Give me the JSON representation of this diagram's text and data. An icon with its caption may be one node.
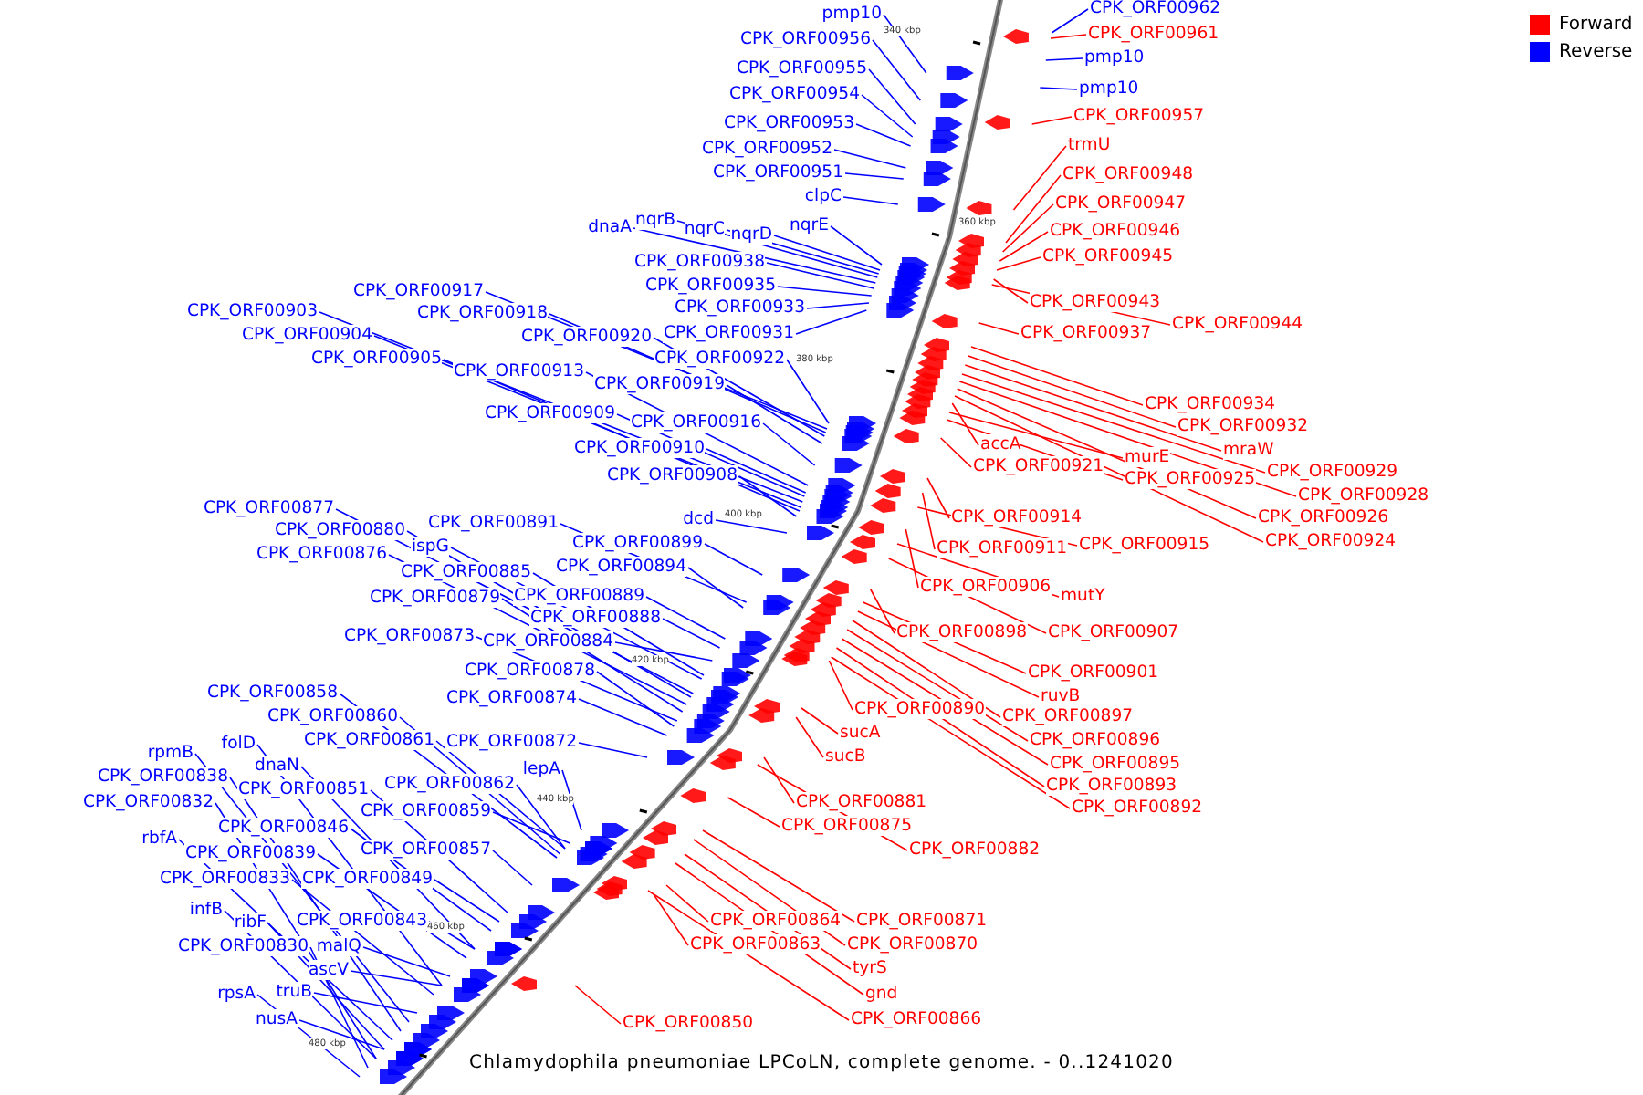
{
  "diagram": {
    "caption": "Chlamydophila pneumoniae LPCoLN, complete genome. - 0..1241020",
    "nodes": [
      {
        "text": [
          "pmp10"
        ]
      },
      {
        "text": [
          "CPK_ORF00956"
        ]
      },
      {
        "text": [
          "CPK_ORF00955"
        ]
      },
      {
        "text": [
          "CPK_ORF00954"
        ]
      },
      {
        "text": [
          "CPK_ORF00953"
        ]
      },
      {
        "text": [
          "CPK_ORF00952"
        ]
      },
      {
        "text": [
          "CPK_ORF00951"
        ]
      },
      {
        "text": [
          "clpC"
        ]
      },
      {
        "text": [
          "dnaA"
        ]
      },
      {
        "text": [
          "nqrB"
        ]
      },
      {
        "text": [
          "nqrC"
        ]
      },
      {
        "text": [
          "nqrD"
        ]
      },
      {
        "text": [
          "nqrE"
        ]
      },
      {
        "text": [
          "CPK_ORF00938"
        ]
      },
      {
        "text": [
          "CPK_ORF00935"
        ]
      },
      {
        "text": [
          "CPK_ORF00933"
        ]
      },
      {
        "text": [
          "CPK_ORF00931"
        ]
      },
      {
        "text": [
          "CPK_ORF00917"
        ]
      },
      {
        "text": [
          "CPK_ORF00918"
        ]
      },
      {
        "text": [
          "CPK_ORF00920"
        ]
      },
      {
        "text": [
          "CPK_ORF00922"
        ]
      },
      {
        "text": [
          "CPK_ORF00903"
        ]
      },
      {
        "text": [
          "CPK_ORF00904"
        ]
      },
      {
        "text": [
          "CPK_ORF00905"
        ]
      },
      {
        "text": [
          "CPK_ORF00913"
        ]
      },
      {
        "text": [
          "CPK_ORF00919"
        ]
      },
      {
        "text": [
          "CPK_ORF00909"
        ]
      },
      {
        "text": [
          "CPK_ORF00916"
        ]
      },
      {
        "text": [
          "CPK_ORF00910"
        ]
      },
      {
        "text": [
          "CPK_ORF00908"
        ]
      },
      {
        "text": [
          "dcd"
        ]
      },
      {
        "text": [
          "CPK_ORF00877"
        ]
      },
      {
        "text": [
          "CPK_ORF00880"
        ]
      },
      {
        "text": [
          "CPK_ORF00876"
        ]
      },
      {
        "text": [
          "ispG"
        ]
      },
      {
        "text": [
          "CPK_ORF00891"
        ]
      },
      {
        "text": [
          "CPK_ORF00899"
        ]
      },
      {
        "text": [
          "CPK_ORF00894"
        ]
      },
      {
        "text": [
          "CPK_ORF00885"
        ]
      },
      {
        "text": [
          "CPK_ORF00879"
        ]
      },
      {
        "text": [
          "CPK_ORF00889"
        ]
      },
      {
        "text": [
          "CPK_ORF00888"
        ]
      },
      {
        "text": [
          "CPK_ORF00873"
        ]
      },
      {
        "text": [
          "CPK_ORF00884"
        ]
      },
      {
        "text": [
          "CPK_ORF00878"
        ]
      },
      {
        "text": [
          "CPK_ORF00874"
        ]
      },
      {
        "text": [
          "CPK_ORF00858"
        ]
      },
      {
        "text": [
          "CPK_ORF00860"
        ]
      },
      {
        "text": [
          "CPK_ORF00861"
        ]
      },
      {
        "text": [
          "CPK_ORF00872"
        ]
      },
      {
        "text": [
          "folD"
        ]
      },
      {
        "text": [
          "rpmB"
        ]
      },
      {
        "text": [
          "dnaN"
        ]
      },
      {
        "text": [
          "lepA"
        ]
      },
      {
        "text": [
          "CPK_ORF00838"
        ]
      },
      {
        "text": [
          "CPK_ORF00851"
        ]
      },
      {
        "text": [
          "CPK_ORF00862"
        ]
      },
      {
        "text": [
          "CPK_ORF00832"
        ]
      },
      {
        "text": [
          "CPK_ORF00859"
        ]
      },
      {
        "text": [
          "CPK_ORF00846"
        ]
      },
      {
        "text": [
          "rbfA"
        ]
      },
      {
        "text": [
          "CPK_ORF00857"
        ]
      },
      {
        "text": [
          "CPK_ORF00839"
        ]
      },
      {
        "text": [
          "CPK_ORF00833"
        ]
      },
      {
        "text": [
          "CPK_ORF00849"
        ]
      },
      {
        "text": [
          "infB"
        ]
      },
      {
        "text": [
          "ribF"
        ]
      },
      {
        "text": [
          "CPK_ORF00843"
        ]
      },
      {
        "text": [
          "CPK_ORF00830"
        ]
      },
      {
        "text": [
          "malQ"
        ]
      },
      {
        "text": [
          "ascV"
        ]
      },
      {
        "text": [
          "truB"
        ]
      },
      {
        "text": [
          "rpsA"
        ]
      },
      {
        "text": [
          "nusA"
        ]
      },
      {
        "text": [
          "CPK_ORF00962"
        ]
      },
      {
        "text": [
          "CPK_ORF00961"
        ]
      },
      {
        "text": [
          "pmp10"
        ]
      },
      {
        "text": [
          "pmp10"
        ]
      },
      {
        "text": [
          "CPK_ORF00957"
        ]
      },
      {
        "text": [
          "trmU"
        ]
      },
      {
        "text": [
          "CPK_ORF00948"
        ]
      },
      {
        "text": [
          "CPK_ORF00947"
        ]
      },
      {
        "text": [
          "CPK_ORF00946"
        ]
      },
      {
        "text": [
          "CPK_ORF00945"
        ]
      },
      {
        "text": [
          "CPK_ORF00943"
        ]
      },
      {
        "text": [
          "CPK_ORF00944"
        ]
      },
      {
        "text": [
          "CPK_ORF00937"
        ]
      },
      {
        "text": [
          "CPK_ORF00934"
        ]
      },
      {
        "text": [
          "CPK_ORF00932"
        ]
      },
      {
        "text": [
          "mraW"
        ]
      },
      {
        "text": [
          "CPK_ORF00929"
        ]
      },
      {
        "text": [
          "CPK_ORF00928"
        ]
      },
      {
        "text": [
          "CPK_ORF00926"
        ]
      },
      {
        "text": [
          "CPK_ORF00924"
        ]
      },
      {
        "text": [
          "accA"
        ]
      },
      {
        "text": [
          "CPK_ORF00921"
        ]
      },
      {
        "text": [
          "murE"
        ]
      },
      {
        "text": [
          "CPK_ORF00925"
        ]
      },
      {
        "text": [
          "CPK_ORF00914"
        ]
      },
      {
        "text": [
          "CPK_ORF00911"
        ]
      },
      {
        "text": [
          "CPK_ORF00915"
        ]
      },
      {
        "text": [
          "CPK_ORF00906"
        ]
      },
      {
        "text": [
          "mutY"
        ]
      },
      {
        "text": [
          "CPK_ORF00898"
        ]
      },
      {
        "text": [
          "CPK_ORF00907"
        ]
      },
      {
        "text": [
          "CPK_ORF00901"
        ]
      },
      {
        "text": [
          "ruvB"
        ]
      },
      {
        "text": [
          "CPK_ORF00897"
        ]
      },
      {
        "text": [
          "CPK_ORF00890"
        ]
      },
      {
        "text": [
          "CPK_ORF00896"
        ]
      },
      {
        "text": [
          "CPK_ORF00895"
        ]
      },
      {
        "text": [
          "CPK_ORF00893"
        ]
      },
      {
        "text": [
          "CPK_ORF00892"
        ]
      },
      {
        "text": [
          "sucA"
        ]
      },
      {
        "text": [
          "sucB"
        ]
      },
      {
        "text": [
          "CPK_ORF00881"
        ]
      },
      {
        "text": [
          "CPK_ORF00875"
        ]
      },
      {
        "text": [
          "CPK_ORF00882"
        ]
      },
      {
        "text": [
          "CPK_ORF00864"
        ]
      },
      {
        "text": [
          "CPK_ORF00871"
        ]
      },
      {
        "text": [
          "CPK_ORF00870"
        ]
      },
      {
        "text": [
          "CPK_ORF00863"
        ]
      },
      {
        "text": [
          "tyrS"
        ]
      },
      {
        "text": [
          "gnd"
        ]
      },
      {
        "text": [
          "CPK_ORF00866"
        ]
      },
      {
        "text": [
          "CPK_ORF00850"
        ]
      }
    ],
    "edges": [
      {
        "from": 0,
        "to": null,
        "arrow": "none"
      },
      {
        "from": 1,
        "to": null,
        "arrow": "none"
      },
      {
        "from": 2,
        "to": null,
        "arrow": "none"
      },
      {
        "from": 3,
        "to": null,
        "arrow": "none"
      },
      {
        "from": 4,
        "to": null,
        "arrow": "none"
      },
      {
        "from": 5,
        "to": null,
        "arrow": "none"
      },
      {
        "from": 6,
        "to": null,
        "arrow": "none"
      },
      {
        "from": 7,
        "to": null,
        "arrow": "none"
      },
      {
        "from": 8,
        "to": null,
        "arrow": "none"
      },
      {
        "from": 9,
        "to": null,
        "arrow": "none"
      },
      {
        "from": 10,
        "to": null,
        "arrow": "none"
      },
      {
        "from": 11,
        "to": null,
        "arrow": "none"
      },
      {
        "from": 12,
        "to": null,
        "arrow": "none"
      },
      {
        "from": 13,
        "to": null,
        "arrow": "none"
      },
      {
        "from": 14,
        "to": null,
        "arrow": "none"
      },
      {
        "from": 15,
        "to": null,
        "arrow": "none"
      },
      {
        "from": 16,
        "to": null,
        "arrow": "none"
      },
      {
        "from": 17,
        "to": null,
        "arrow": "none"
      },
      {
        "from": 18,
        "to": null,
        "arrow": "none"
      },
      {
        "from": 19,
        "to": null,
        "arrow": "none"
      },
      {
        "from": 20,
        "to": null,
        "arrow": "none"
      },
      {
        "from": 21,
        "to": null,
        "arrow": "none"
      },
      {
        "from": 22,
        "to": null,
        "arrow": "none"
      },
      {
        "from": 23,
        "to": null,
        "arrow": "none"
      },
      {
        "from": 24,
        "to": null,
        "arrow": "none"
      },
      {
        "from": 25,
        "to": null,
        "arrow": "none"
      },
      {
        "from": 26,
        "to": null,
        "arrow": "none"
      },
      {
        "from": 27,
        "to": null,
        "arrow": "none"
      },
      {
        "from": 28,
        "to": null,
        "arrow": "none"
      },
      {
        "from": 29,
        "to": null,
        "arrow": "none"
      },
      {
        "from": 30,
        "to": null,
        "arrow": "none"
      },
      {
        "from": 31,
        "to": null,
        "arrow": "none"
      },
      {
        "from": 32,
        "to": null,
        "arrow": "none"
      },
      {
        "from": 33,
        "to": null,
        "arrow": "none"
      },
      {
        "from": 34,
        "to": null,
        "arrow": "none"
      },
      {
        "from": 35,
        "to": null,
        "arrow": "none"
      },
      {
        "from": 36,
        "to": null,
        "arrow": "none"
      },
      {
        "from": 37,
        "to": null,
        "arrow": "none"
      },
      {
        "from": 38,
        "to": null,
        "arrow": "none"
      },
      {
        "from": 39,
        "to": null,
        "arrow": "none"
      },
      {
        "from": 40,
        "to": null,
        "arrow": "none"
      },
      {
        "from": 41,
        "to": null,
        "arrow": "none"
      },
      {
        "from": 42,
        "to": null,
        "arrow": "none"
      },
      {
        "from": 43,
        "to": null,
        "arrow": "none"
      },
      {
        "from": 44,
        "to": null,
        "arrow": "none"
      },
      {
        "from": 45,
        "to": null,
        "arrow": "none"
      },
      {
        "from": 46,
        "to": null,
        "arrow": "none"
      },
      {
        "from": 47,
        "to": null,
        "arrow": "none"
      },
      {
        "from": 48,
        "to": null,
        "arrow": "none"
      },
      {
        "from": 49,
        "to": null,
        "arrow": "none"
      },
      {
        "from": 50,
        "to": null,
        "arrow": "none"
      },
      {
        "from": 51,
        "to": null,
        "arrow": "none"
      },
      {
        "from": 52,
        "to": null,
        "arrow": "none"
      },
      {
        "from": 53,
        "to": null,
        "arrow": "none"
      },
      {
        "from": 54,
        "to": null,
        "arrow": "none"
      },
      {
        "from": 55,
        "to": null,
        "arrow": "none"
      },
      {
        "from": 56,
        "to": null,
        "arrow": "none"
      },
      {
        "from": 57,
        "to": null,
        "arrow": "none"
      },
      {
        "from": 58,
        "to": null,
        "arrow": "none"
      },
      {
        "from": 59,
        "to": null,
        "arrow": "none"
      },
      {
        "from": 60,
        "to": null,
        "arrow": "none"
      },
      {
        "from": 61,
        "to": null,
        "arrow": "none"
      },
      {
        "from": 62,
        "to": null,
        "arrow": "none"
      },
      {
        "from": 63,
        "to": null,
        "arrow": "none"
      },
      {
        "from": 64,
        "to": null,
        "arrow": "none"
      },
      {
        "from": 65,
        "to": null,
        "arrow": "none"
      },
      {
        "from": 66,
        "to": null,
        "arrow": "none"
      },
      {
        "from": 67,
        "to": null,
        "arrow": "none"
      },
      {
        "from": 68,
        "to": null,
        "arrow": "none"
      },
      {
        "from": 69,
        "to": null,
        "arrow": "none"
      },
      {
        "from": 70,
        "to": null,
        "arrow": "none"
      },
      {
        "from": 71,
        "to": null,
        "arrow": "none"
      },
      {
        "from": 72,
        "to": null,
        "arrow": "none"
      },
      {
        "from": 73,
        "to": null,
        "arrow": "none"
      },
      {
        "from": 74,
        "to": null,
        "arrow": "none"
      },
      {
        "from": 75,
        "to": null,
        "arrow": "none",
        "color": "#ff0000"
      },
      {
        "from": 76,
        "to": null,
        "arrow": "none"
      },
      {
        "from": 77,
        "to": null,
        "arrow": "none"
      },
      {
        "from": 78,
        "to": null,
        "arrow": "none",
        "color": "#ff0000"
      },
      {
        "from": 79,
        "to": null,
        "arrow": "none",
        "color": "#ff0000"
      },
      {
        "from": 80,
        "to": null,
        "arrow": "none",
        "color": "#ff0000"
      },
      {
        "from": 81,
        "to": null,
        "arrow": "none",
        "color": "#ff0000"
      },
      {
        "from": 82,
        "to": null,
        "arrow": "none",
        "color": "#ff0000"
      },
      {
        "from": 83,
        "to": null,
        "arrow": "none",
        "color": "#ff0000"
      },
      {
        "from": 84,
        "to": null,
        "arrow": "none",
        "color": "#ff0000"
      },
      {
        "from": 85,
        "to": null,
        "arrow": "none",
        "color": "#ff0000"
      },
      {
        "from": 86,
        "to": null,
        "arrow": "none",
        "color": "#ff0000"
      },
      {
        "from": 87,
        "to": null,
        "arrow": "none",
        "color": "#ff0000"
      },
      {
        "from": 88,
        "to": null,
        "arrow": "none",
        "color": "#ff0000"
      },
      {
        "from": 89,
        "to": null,
        "arrow": "none",
        "color": "#ff0000"
      },
      {
        "from": 90,
        "to": null,
        "arrow": "none",
        "color": "#ff0000"
      },
      {
        "from": 91,
        "to": null,
        "arrow": "none",
        "color": "#ff0000"
      },
      {
        "from": 92,
        "to": null,
        "arrow": "none",
        "color": "#ff0000"
      },
      {
        "from": 93,
        "to": null,
        "arrow": "none",
        "color": "#ff0000"
      },
      {
        "from": 94,
        "to": null,
        "arrow": "none",
        "color": "#ff0000"
      },
      {
        "from": 95,
        "to": null,
        "arrow": "none",
        "color": "#ff0000"
      },
      {
        "from": 96,
        "to": null,
        "arrow": "none",
        "color": "#ff0000"
      },
      {
        "from": 97,
        "to": null,
        "arrow": "none",
        "color": "#ff0000"
      },
      {
        "from": 98,
        "to": null,
        "arrow": "none",
        "color": "#ff0000"
      },
      {
        "from": 99,
        "to": null,
        "arrow": "none",
        "color": "#ff0000"
      },
      {
        "from": 100,
        "to": null,
        "arrow": "none",
        "color": "#ff0000"
      },
      {
        "from": 101,
        "to": null,
        "arrow": "none",
        "color": "#ff0000"
      },
      {
        "from": 102,
        "to": null,
        "arrow": "none",
        "color": "#ff0000"
      },
      {
        "from": 103,
        "to": null,
        "arrow": "none",
        "color": "#ff0000"
      },
      {
        "from": 104,
        "to": null,
        "arrow": "none",
        "color": "#ff0000"
      },
      {
        "from": 105,
        "to": null,
        "arrow": "none",
        "color": "#ff0000"
      },
      {
        "from": 106,
        "to": null,
        "arrow": "none",
        "color": "#ff0000"
      },
      {
        "from": 107,
        "to": null,
        "arrow": "none",
        "color": "#ff0000"
      },
      {
        "from": 108,
        "to": null,
        "arrow": "none",
        "color": "#ff0000"
      },
      {
        "from": 109,
        "to": null,
        "arrow": "none",
        "color": "#ff0000"
      },
      {
        "from": 110,
        "to": null,
        "arrow": "none",
        "color": "#ff0000"
      },
      {
        "from": 111,
        "to": null,
        "arrow": "none",
        "color": "#ff0000"
      },
      {
        "from": 112,
        "to": null,
        "arrow": "none",
        "color": "#ff0000"
      },
      {
        "from": 113,
        "to": null,
        "arrow": "none",
        "color": "#ff0000"
      },
      {
        "from": 114,
        "to": null,
        "arrow": "none",
        "color": "#ff0000"
      },
      {
        "from": 115,
        "to": null,
        "arrow": "none",
        "color": "#ff0000"
      },
      {
        "from": 116,
        "to": null,
        "arrow": "none",
        "color": "#ff0000"
      },
      {
        "from": 117,
        "to": null,
        "arrow": "none",
        "color": "#ff0000"
      },
      {
        "from": 118,
        "to": null,
        "arrow": "none",
        "color": "#ff0000"
      },
      {
        "from": 119,
        "to": null,
        "arrow": "none",
        "color": "#ff0000"
      },
      {
        "from": 120,
        "to": null,
        "arrow": "none",
        "color": "#ff0000"
      },
      {
        "from": 121,
        "to": null,
        "arrow": "none",
        "color": "#ff0000"
      },
      {
        "from": 122,
        "to": null,
        "arrow": "none",
        "color": "#ff0000"
      },
      {
        "from": 123,
        "to": null,
        "arrow": "none",
        "color": "#ff0000"
      },
      {
        "from": 124,
        "to": null,
        "arrow": "none",
        "color": "#ff0000"
      },
      {
        "from": 125,
        "to": null,
        "arrow": "none",
        "color": "#ff0000"
      }
    ],
    "labels": [
      "340 kbp",
      "360 kbp",
      "380 kbp",
      "400 kbp",
      "420 kbp",
      "440 kbp",
      "460 kbp",
      "480 kbp"
    ],
    "legend": [
      {
        "text": "Forward",
        "color": "#ff0000"
      },
      {
        "text": "Reverse",
        "color": "#0000ff"
      }
    ]
  }
}
